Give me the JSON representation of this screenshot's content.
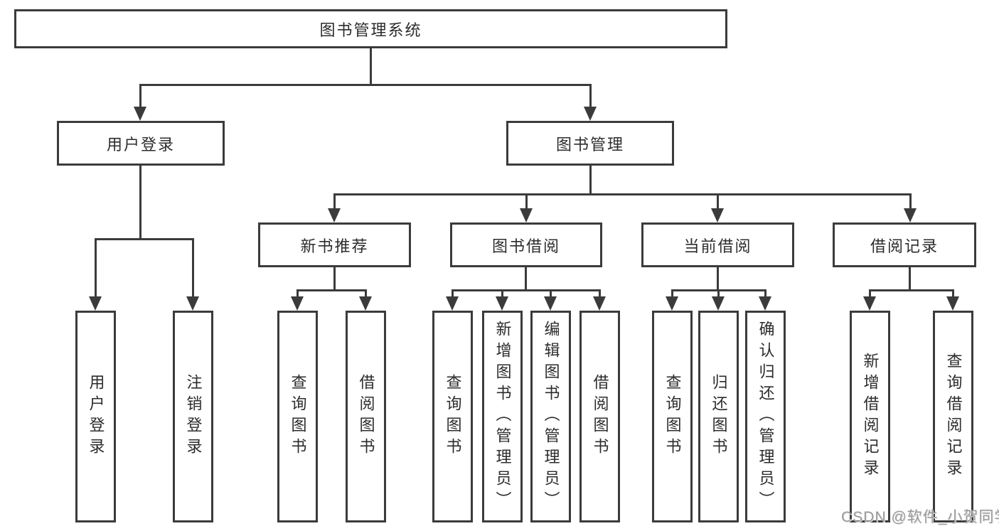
{
  "diagram_title": "图书管理系统",
  "colors": {
    "line": "#3b3b3b",
    "text": "#2c2c2c",
    "background": "#ffffff",
    "watermark": "#9b9b9b"
  },
  "tree": {
    "label": "图书管理系统",
    "children": [
      {
        "label": "用户登录",
        "children": [
          {
            "label": "用户登录"
          },
          {
            "label": "注销登录"
          }
        ]
      },
      {
        "label": "图书管理",
        "children": [
          {
            "label": "新书推荐",
            "children": [
              {
                "label": "查询图书"
              },
              {
                "label": "借阅图书"
              }
            ]
          },
          {
            "label": "图书借阅",
            "children": [
              {
                "label": "查询图书"
              },
              {
                "label": "新增图书（管理员）"
              },
              {
                "label": "编辑图书（管理员）"
              },
              {
                "label": "借阅图书"
              }
            ]
          },
          {
            "label": "当前借阅",
            "children": [
              {
                "label": "查询图书"
              },
              {
                "label": "归还图书"
              },
              {
                "label": "确认归还（管理员）"
              }
            ]
          },
          {
            "label": "借阅记录",
            "children": [
              {
                "label": "新增借阅记录"
              },
              {
                "label": "查询借阅记录"
              }
            ]
          }
        ]
      }
    ]
  },
  "watermark": {
    "text": "CSDN @软件_小贺同学"
  }
}
